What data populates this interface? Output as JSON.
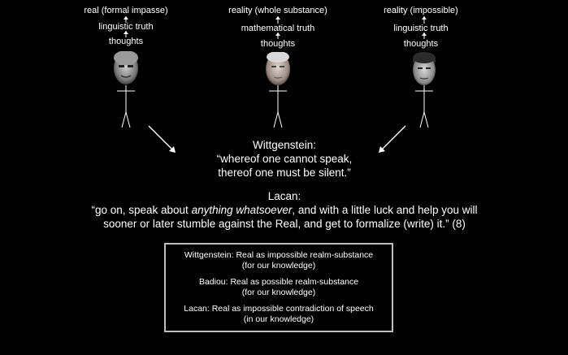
{
  "figures": [
    {
      "top": "real (formal impasse)",
      "middle": "linguistic truth",
      "bottom": "thoughts"
    },
    {
      "top": "reality (whole substance)",
      "middle": "mathematical truth",
      "bottom": "thoughts"
    },
    {
      "top": "reality (impossible)",
      "middle": "linguistic truth",
      "bottom": "thoughts"
    }
  ],
  "wittgenstein": {
    "name": "Wittgenstein:",
    "quote_line1": "“whereof one cannot speak,",
    "quote_line2": "thereof one must be silent.”"
  },
  "lacan": {
    "name": "Lacan:",
    "quote_pre": "“go on, speak about ",
    "quote_em": "anything whatsoever",
    "quote_post": ", and with a little luck and help you will",
    "quote_line2": "sooner or later stumble against the Real, and get to formalize (write) it.” (8)"
  },
  "box": {
    "items": [
      {
        "line1": "Wittgenstein: Real as impossible realm-substance",
        "line2": "(for our knowledge)"
      },
      {
        "line1": "Badiou: Real as possible realm-substance",
        "line2": "(for our knowledge)"
      },
      {
        "line1": "Lacan: Real as impossible contradiction of speech",
        "line2": "(in our knowledge)"
      }
    ]
  }
}
